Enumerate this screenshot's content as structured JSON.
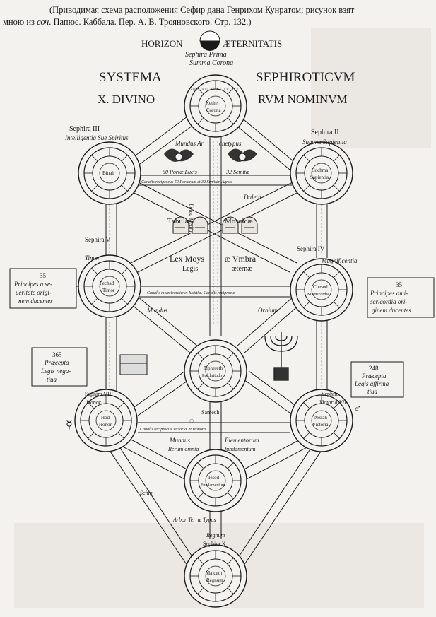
{
  "caption": {
    "line1": "(Приводимая схема расположения Сефир дана Генрихом Кунратом; рисунок взят",
    "line2_pre": "мною из ",
    "line2_em": "соч",
    "line2_post": ". Папюс. Каббала. Пер. А. В. Трояновского. Стр. 132.)"
  },
  "figure": {
    "horizon_left": "HORIZON",
    "horizon_right": "ÆTERNITATIS",
    "sephira_prima": "Sephira  Prima",
    "summa_corona": "Summa  Corona",
    "title_left": "SYSTEMA",
    "title_right": "SEPHIROTICVM",
    "subtitle_left": "X. DIVINO",
    "subtitle_right": "RVM NOMINVM",
    "sephira3": "Sephira III",
    "sephira3_sub": "Intelligentia Sue Spiritus",
    "sephira2": "Sephira II",
    "sephira2_sub": "Summa  Sapientia",
    "mundus": "Mundus Ar",
    "chetypus": "chetypus",
    "porte_lucis": "50 Portæ Lucis",
    "semitae": "32 Semitæ",
    "canalis_top": "Canalis reciprocus 50 Portarum et 32 Semitar. Agnus",
    "linea_media": "Linea Media",
    "dalet": "Daleth",
    "tabulae": "Tabulæ",
    "mosaicae": "Mosaicæ",
    "lex_moys": "Lex Moys",
    "legis": "Legis",
    "umbra": "æ Vmbra",
    "aeternae": "æternæ",
    "sephira5": "Sephira V",
    "sephira4": "Sephira IV",
    "timor": "Timor",
    "magnificentia": "Magnificentia",
    "left_box1": [
      "35",
      "Principes a se-",
      "ueritate origi-",
      "nem ducentes"
    ],
    "right_box1": [
      "35",
      "Principes ami-",
      "sericordia ori-",
      "ginem ducentes"
    ],
    "left_box2": [
      "365",
      "Præcepta",
      "Legis nega-",
      "tiua"
    ],
    "right_box2": [
      "248",
      "Præcepta",
      "Legis affirma",
      "tiua"
    ],
    "orbium": "Orbium",
    "mundus2": "Mundus",
    "canalis_mid": "Canalis misericordiæ et Iustitiæ. Canalis reciprocus",
    "sephira8": "Sephira VIII",
    "honor": "Honor",
    "sephira7": "Sephira",
    "victoria": "Victoria VII",
    "samech": "Samech",
    "canalis_low": "Canalis reciprocus Victoriæ et Honoris",
    "mundus3": "Mundus",
    "elementorum": "Elementorum",
    "rerum": "Rerum omnia",
    "fundamentum": "fundamentum",
    "schin": "Schin",
    "regnum": "Regnum",
    "sephira10": "Sephira X",
    "arbor": "Arbor Terræ Typus",
    "kether": [
      "Kether",
      "Corona"
    ],
    "binah": [
      "Binah"
    ],
    "cochma": [
      "Cochma",
      "Sapientia"
    ],
    "pechad": [
      "Pechad",
      "Timor"
    ],
    "chesed": [
      "Chesed",
      "Misericordia"
    ],
    "tiphereth": [
      "Tiphereth",
      "Pulchritudo"
    ],
    "hod": [
      "Hod",
      "Honor"
    ],
    "nezah": [
      "Nezah",
      "Victoria"
    ],
    "jesod": [
      "Iesod",
      "Fundamentum"
    ],
    "malcuth": [
      "Malcuth",
      "Regnum"
    ],
    "hebrew_ring": "כתר יהוה אהיה כתר יהוה"
  }
}
